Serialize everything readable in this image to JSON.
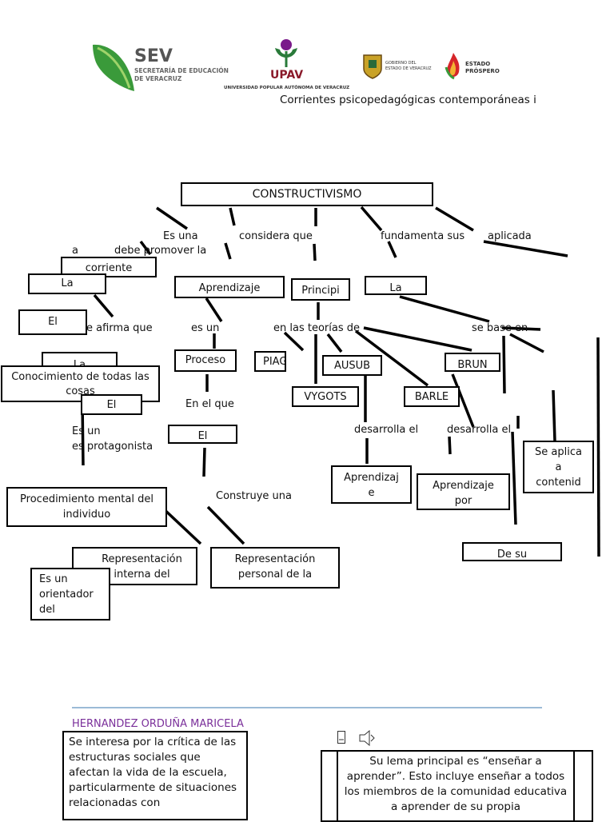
{
  "header": {
    "sev_title": "SEV",
    "sev_line1": "SECRETARÍA DE EDUCACIÓN",
    "sev_line2": "DE VERACRUZ",
    "upav_title": "UPAV",
    "upav_sub": "UNIVERSIDAD POPULAR AUTÓNOMA DE VERACRUZ",
    "gob_line1": "GOBIERNO DEL",
    "gob_line2": "ESTADO DE VERACRUZ",
    "estado_line1": "ESTADO",
    "estado_line2": "PRÓSPERO",
    "course_title": "Corrientes psicopedagógicas contemporáneas i",
    "colors": {
      "sev_green": "#3a9a3a",
      "upav_maroon": "#8a1a2a",
      "estado_red": "#d6262a",
      "footer_rule": "#9bbbd6",
      "author_purple": "#7a2f9a"
    }
  },
  "map": {
    "root": "CONSTRUCTIVISMO",
    "links": {
      "es_una": "Es una",
      "considera_que": "considera que",
      "fundamenta_sus": "fundamenta sus",
      "aplicada": "aplicada",
      "a": "a",
      "debe_promover": "debe promover la",
      "afirma_que": "e afirma que",
      "es_un": "es un",
      "en_teorias": "en las teorías de",
      "se_base_en": "se base en",
      "en_el_que": "En el que",
      "es_un_protagonista": "Es un\nes protagonista",
      "desarrolla_1": "desarrolla el",
      "desarrolla_2": "desarrolla el",
      "construye_una": "Construye una"
    },
    "nodes": {
      "corriente": "corriente",
      "la_1": "La",
      "aprendizaje": "Aprendizaje",
      "principi": "Principi",
      "la_2": "La",
      "el_1": "El",
      "la_3": "La",
      "conocimiento": "Conocimiento de todas las cosas",
      "el_2": "El",
      "proceso": "Proceso",
      "el_3": "El",
      "piag": "PIAG",
      "ausub": "AUSUB",
      "brun": "BRUN",
      "vygots": "VYGOTS",
      "barle": "BARLE",
      "procedimiento": "Procedimiento mental del individuo",
      "aprendizaje_e": "Aprendizaj\ne",
      "aprendizaje_por": "Aprendizaje\npor",
      "se_aplica": "Se aplica\na\ncontenid",
      "de_su": "De su",
      "rep_interna": "Representación\ninterna del",
      "rep_personal": "Representación\npersonal de la",
      "orientador": "Es un\norientador\ndel"
    }
  },
  "footer": {
    "author": "HERNANDEZ ORDUÑA MARICELA",
    "left_note": "Se interesa por la crítica de las estructuras sociales que afectan la vida de la escuela, particularmente de situaciones relacionadas con",
    "right_note": "Su lema principal es “enseñar a aprender”. Esto incluye enseñar a todos los miembros de la comunidad educativa a aprender de su propia"
  }
}
